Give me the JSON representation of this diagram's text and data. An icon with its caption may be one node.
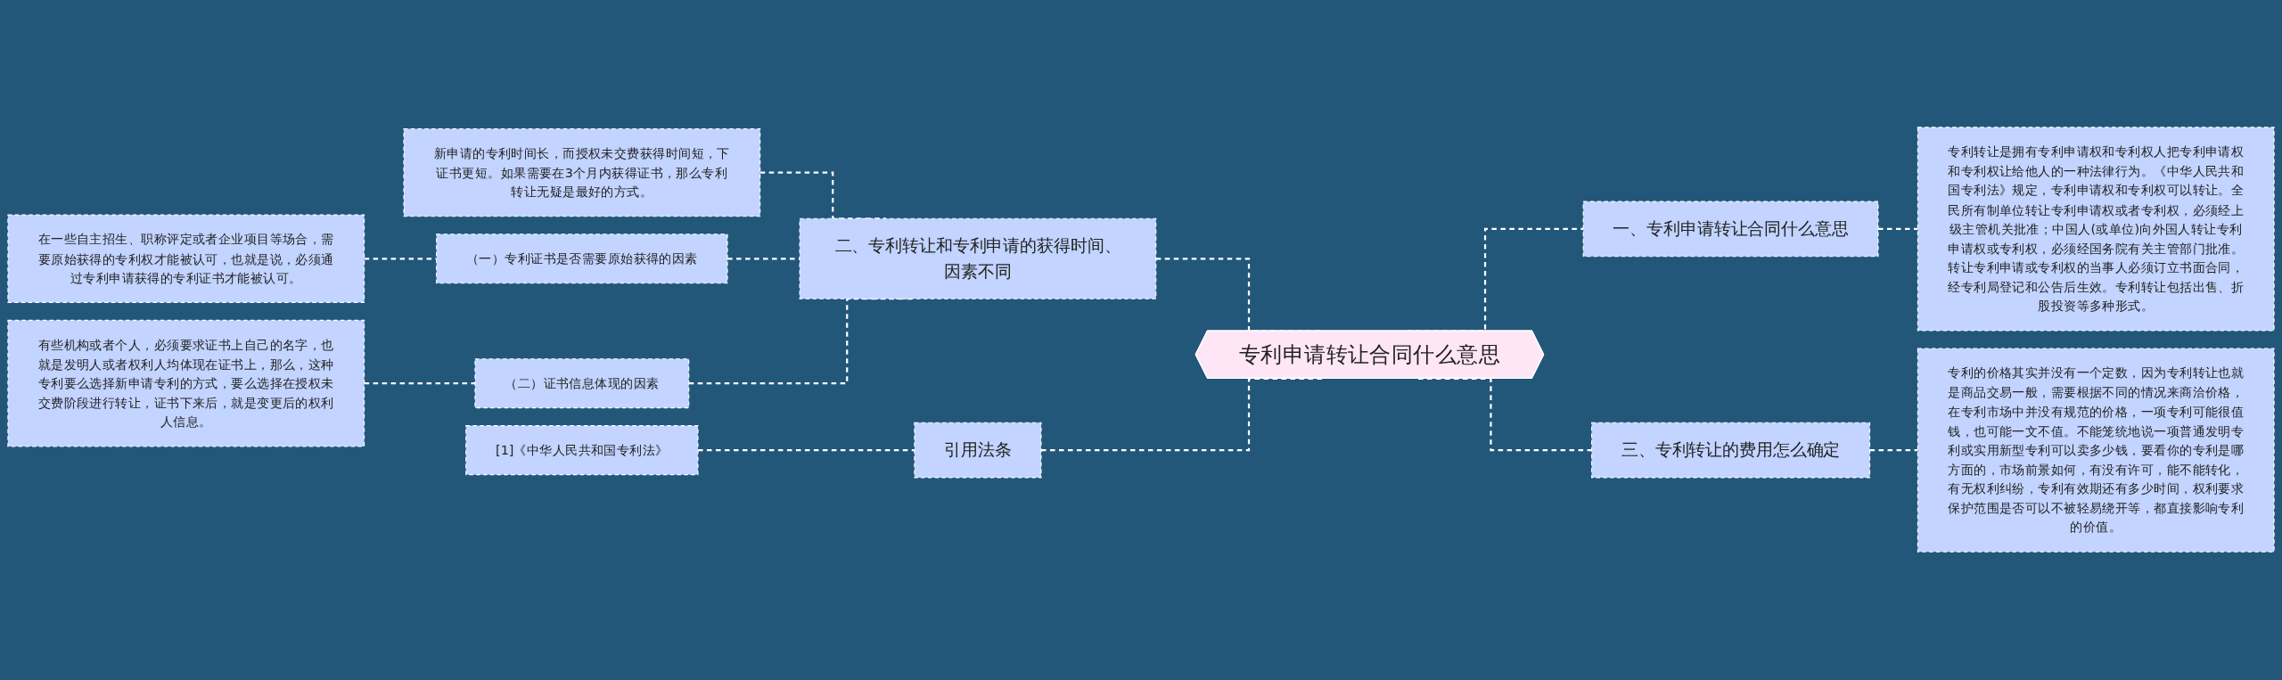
{
  "diagram": {
    "nodes": [
      {
        "text": [
          "专利申请转让合同什么意思"
        ]
      },
      {
        "text": [
          "一、专利申请转让合同什么意思"
        ]
      },
      {
        "text": [
          "专利转让是拥有专利申请权和专利权人把专利申请权和专利权让给他人的一种法律行为。《中华人民共和国专利法》规定，专利申请权和专利权可以转让。全民所有制单位转让专利申请权或者专利权，必须经上级主管机关批准；中国人(或单位)向外国人转让专利申请权或专利权，必须经国务院有关主管部门批准。转让专利申请或专利权的当事人必须订立书面合同，经专利局登记和公告后生效。专利转让包括出售、折股投资等多种形式。"
        ]
      },
      {
        "text": [
          "三、专利转让的费用怎么确定"
        ]
      },
      {
        "text": [
          "专利的价格其实并没有一个定数，因为专利转让也就是商品交易一般，需要根据不同的情况来商洽价格，在专利市场中并没有规范的价格，一项专利可能很值钱，也可能一文不值。不能笼统地说一项普通发明专利或实用新型专利可以卖多少钱，要看你的专利是哪方面的，市场前景如何，有没有许可，能不能转化，有无权利纠纷，专利有效期还有多少时间，权利要求保护范围是否可以不被轻易绕开等，都直接影响专利的价值。"
        ]
      },
      {
        "text": [
          "二、专利转让和专利申请的获得时间、因素不同"
        ]
      },
      {
        "text": [
          "新申请的专利时间长，而授权未交费获得时间短，下证书更短。如果需要在3个月内获得证书，那么专利转让无疑是最好的方式。"
        ]
      },
      {
        "text": [
          "（一）专利证书是否需要原始获得的因素"
        ]
      },
      {
        "text": [
          "在一些自主招生、职称评定或者企业项目等场合，需要原始获得的专利权才能被认可，也就是说，必须通过专利申请获得的专利证书才能被认可。"
        ]
      },
      {
        "text": [
          "（二）证书信息体现的因素"
        ]
      },
      {
        "text": [
          "有些机构或者个人，必须要求证书上自己的名字，也就是发明人或者权利人均体现在证书上，那么，这种专利要么选择新申请专利的方式，要么选择在授权未交费阶段进行转让，证书下来后，就是变更后的权利人信息。"
        ]
      },
      {
        "text": [
          "引用法条"
        ]
      },
      {
        "text": [
          "[1]《中华人民共和国专利法》"
        ]
      }
    ],
    "edges": [
      {
        "from": 0,
        "to": 1,
        "arrow": "none"
      },
      {
        "from": 1,
        "to": 2,
        "arrow": "none"
      },
      {
        "from": 0,
        "to": 3,
        "arrow": "none"
      },
      {
        "from": 3,
        "to": 4,
        "arrow": "none"
      },
      {
        "from": 5,
        "to": 0,
        "arrow": "none"
      },
      {
        "from": 6,
        "to": 5,
        "arrow": "none"
      },
      {
        "from": 7,
        "to": 5,
        "arrow": "none"
      },
      {
        "from": 8,
        "to": 7,
        "arrow": "none"
      },
      {
        "from": 9,
        "to": 5,
        "arrow": "none"
      },
      {
        "from": 10,
        "to": 9,
        "arrow": "none"
      },
      {
        "from": 11,
        "to": 0,
        "arrow": "none"
      },
      {
        "from": 12,
        "to": 11,
        "arrow": "none"
      }
    ]
  }
}
